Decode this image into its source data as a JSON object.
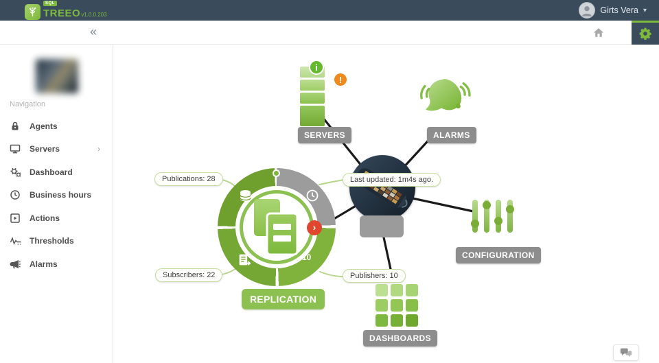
{
  "topbar": {
    "logo_badge": "SQL",
    "logo_text": "TREEO",
    "version": "v1.0.0.203",
    "user_name": "Girts Vera",
    "caret": "▾"
  },
  "toolbar": {
    "collapse_glyph": "«"
  },
  "sidebar": {
    "section_label": "Navigation",
    "items": [
      {
        "label": "Agents",
        "icon": "lock-icon"
      },
      {
        "label": "Servers",
        "icon": "monitor-icon",
        "chevron": "›"
      },
      {
        "label": "Dashboard",
        "icon": "gears-icon"
      },
      {
        "label": "Business hours",
        "icon": "clock-icon"
      },
      {
        "label": "Actions",
        "icon": "play-square-icon"
      },
      {
        "label": "Thresholds",
        "icon": "waveform-icon"
      },
      {
        "label": "Alarms",
        "icon": "megaphone-icon"
      }
    ]
  },
  "diagram": {
    "hub": {
      "last_updated": "Last updated: 1m4s ago."
    },
    "nodes": {
      "servers": {
        "label": "SERVERS",
        "info_badge": "i",
        "warning_badge": "!"
      },
      "alarms": {
        "label": "ALARMS"
      },
      "configuration": {
        "label": "CONFIGURATION"
      },
      "dashboards": {
        "label": "DASHBOARDS"
      }
    },
    "replication": {
      "label": "REPLICATION",
      "publications": "Publications: 28",
      "subscribers": "Subscribers: 22",
      "publishers": "Publishers: 10",
      "publishers_count": "10",
      "alert_glyph": "›"
    }
  },
  "colors": {
    "brand_green": "#7DB93C",
    "topbar_navy": "#3A4B5C",
    "node_label_gray": "#8D8D8D",
    "segment_gray": "#9C9C9C",
    "alert_red": "#E0452E",
    "warning_orange": "#F08A1D"
  }
}
